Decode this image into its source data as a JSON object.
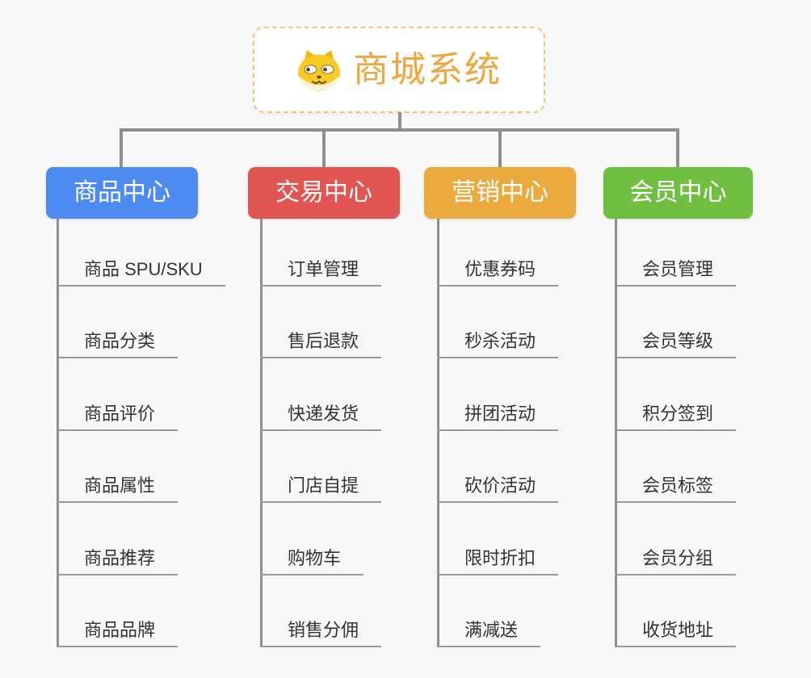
{
  "root": {
    "title": "商城系统",
    "icon": "doge-icon"
  },
  "branches": [
    {
      "label": "商品中心",
      "color": "#4d8bf0",
      "items": [
        "商品 SPU/SKU",
        "商品分类",
        "商品评价",
        "商品属性",
        "商品推荐",
        "商品品牌"
      ]
    },
    {
      "label": "交易中心",
      "color": "#e15653",
      "items": [
        "订单管理",
        "售后退款",
        "快递发货",
        "门店自提",
        "购物车",
        "销售分佣"
      ]
    },
    {
      "label": "营销中心",
      "color": "#ebaa3d",
      "items": [
        "优惠券码",
        "秒杀活动",
        "拼团活动",
        "砍价活动",
        "限时折扣",
        "满减送"
      ]
    },
    {
      "label": "会员中心",
      "color": "#70bf43",
      "items": [
        "会员管理",
        "会员等级",
        "积分签到",
        "会员标签",
        "会员分组",
        "收货地址"
      ]
    }
  ],
  "colors": {
    "background": "#f8f8f8",
    "connector": "#8f8f8f",
    "leaf_underline": "#9a9a9a",
    "root_accent": "#f0a63c",
    "root_border": "#f3c475"
  }
}
